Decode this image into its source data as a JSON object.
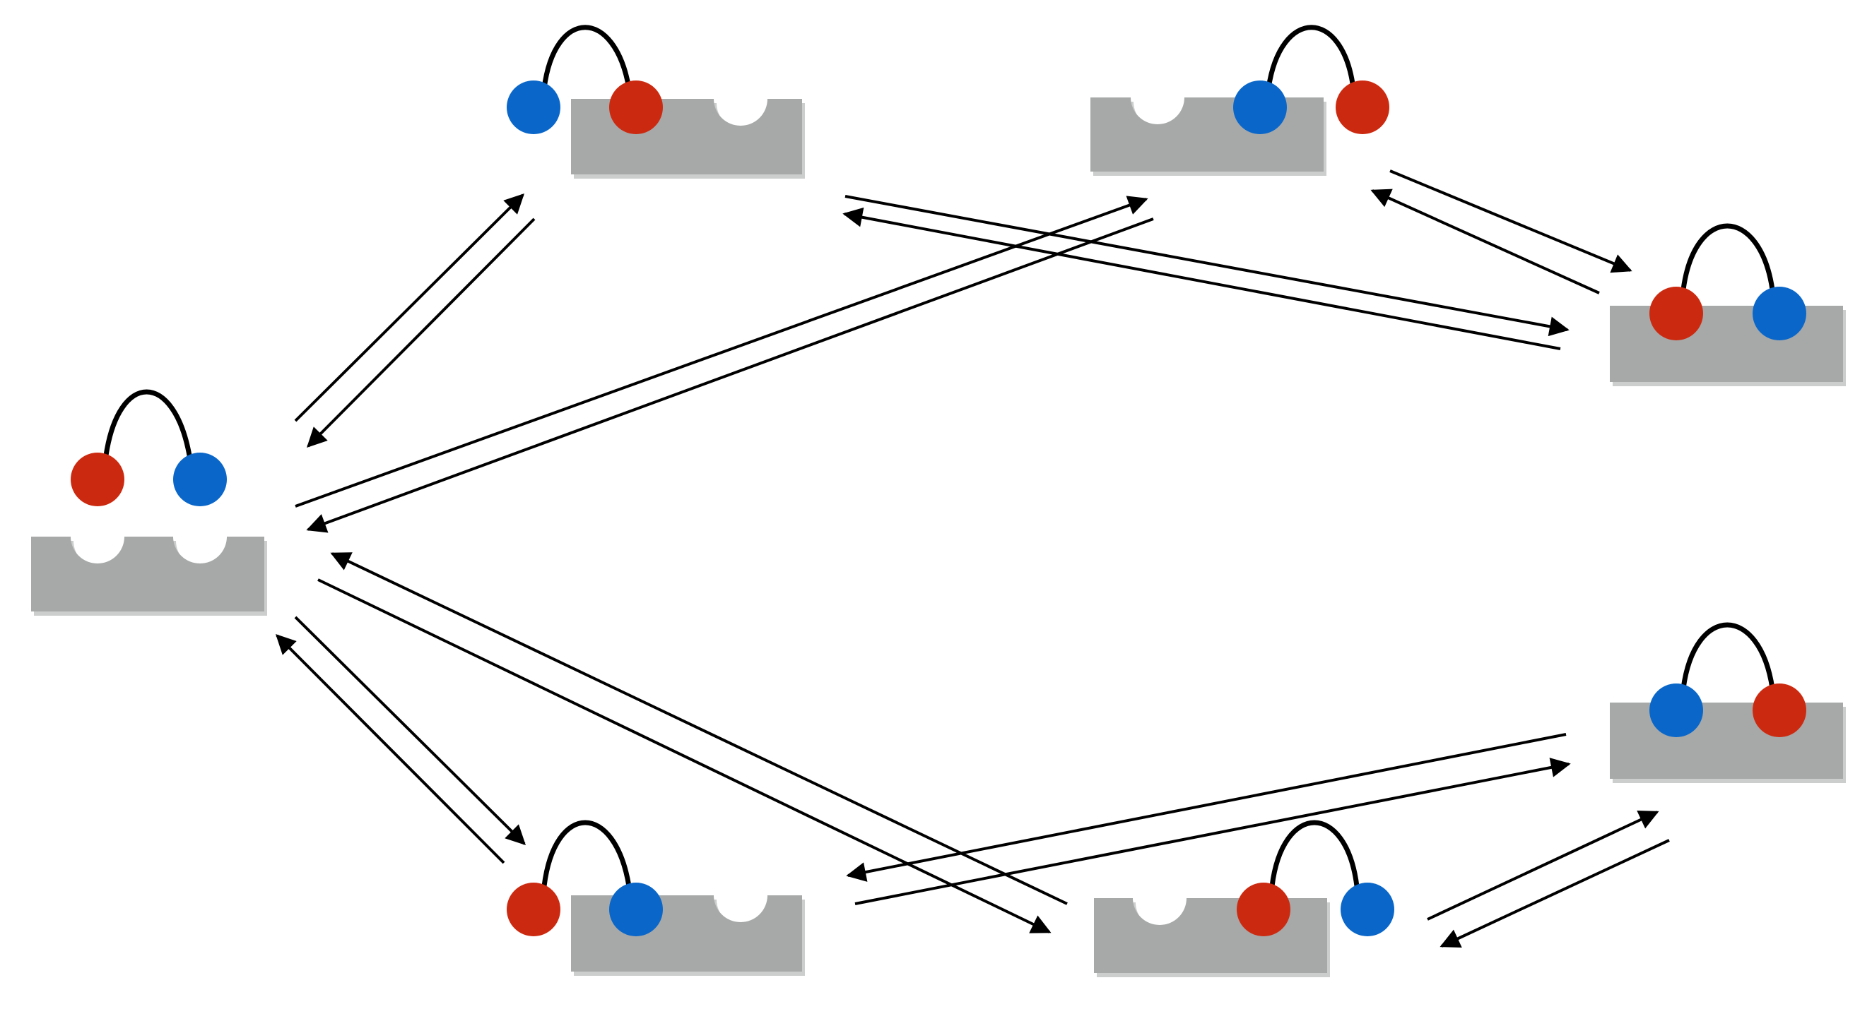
{
  "diagram": {
    "type": "binding-state-network",
    "colors": {
      "background": "#ffffff",
      "substrate": "#a7a9a9",
      "substrate_shadow": "#8e9090",
      "red_sphere": "#cc2a10",
      "blue_sphere": "#0a67c9",
      "tether": "#000000",
      "arrow": "#000000",
      "empty_site": "#ffffff"
    },
    "states": [
      {
        "id": "unbound",
        "site_left": "empty",
        "site_right": "empty",
        "red": "free",
        "blue": "free"
      },
      {
        "id": "red-bound-left-site",
        "site_left": "red",
        "site_right": "empty",
        "blue": "free"
      },
      {
        "id": "blue-bound-right-site",
        "site_left": "empty",
        "site_right": "blue",
        "red": "free"
      },
      {
        "id": "both-bound-red-left-blue-right",
        "site_left": "red",
        "site_right": "blue"
      },
      {
        "id": "blue-bound-left-site",
        "site_left": "blue",
        "site_right": "empty",
        "red": "free"
      },
      {
        "id": "red-bound-right-site",
        "site_left": "empty",
        "site_right": "red",
        "blue": "free"
      },
      {
        "id": "both-bound-blue-left-red-right",
        "site_left": "blue",
        "site_right": "red"
      }
    ],
    "transitions": [
      {
        "from": "unbound",
        "to": "red-bound-left-site",
        "direction": "reversible"
      },
      {
        "from": "unbound",
        "to": "blue-bound-right-site",
        "direction": "reversible"
      },
      {
        "from": "unbound",
        "to": "blue-bound-left-site",
        "direction": "reversible"
      },
      {
        "from": "unbound",
        "to": "red-bound-right-site",
        "direction": "reversible"
      },
      {
        "from": "red-bound-left-site",
        "to": "both-bound-red-left-blue-right",
        "direction": "reversible"
      },
      {
        "from": "blue-bound-right-site",
        "to": "both-bound-red-left-blue-right",
        "direction": "reversible"
      },
      {
        "from": "blue-bound-left-site",
        "to": "both-bound-blue-left-red-right",
        "direction": "reversible"
      },
      {
        "from": "red-bound-right-site",
        "to": "both-bound-blue-left-red-right",
        "direction": "reversible"
      }
    ]
  }
}
